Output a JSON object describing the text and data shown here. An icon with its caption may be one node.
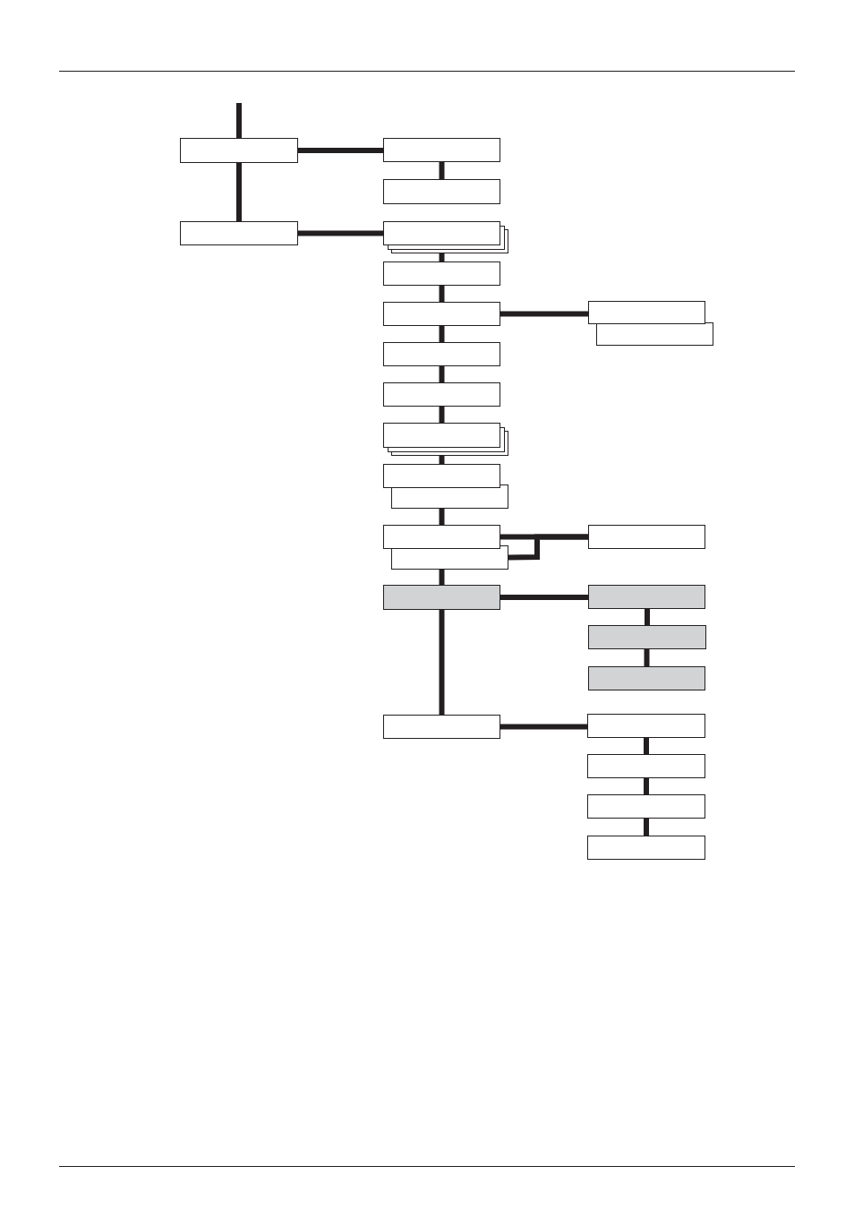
{
  "diagram": {
    "nodes": [
      {
        "text": [],
        "shape": "box"
      },
      {
        "text": [],
        "shape": "box"
      },
      {
        "text": [],
        "shape": "box"
      },
      {
        "text": [],
        "shape": "box"
      },
      {
        "text": [],
        "shape": "stack"
      },
      {
        "text": [],
        "shape": "box"
      },
      {
        "text": [],
        "shape": "box"
      },
      {
        "text": [],
        "shape": "box"
      },
      {
        "text": [],
        "shape": "box"
      },
      {
        "text": [],
        "shape": "box"
      },
      {
        "text": [],
        "shape": "box"
      },
      {
        "text": [],
        "shape": "stack"
      },
      {
        "text": [],
        "shape": "box"
      },
      {
        "text": [],
        "shape": "box"
      },
      {
        "text": [],
        "shape": "box"
      },
      {
        "text": [],
        "shape": "box"
      },
      {
        "text": [],
        "shape": "box"
      },
      {
        "text": [],
        "shape": "box"
      },
      {
        "text": [],
        "shape": "box"
      },
      {
        "text": [],
        "shape": "box"
      },
      {
        "text": [],
        "shape": "box"
      },
      {
        "text": [],
        "shape": "box"
      },
      {
        "text": [],
        "shape": "box"
      },
      {
        "text": [],
        "shape": "box"
      },
      {
        "text": [],
        "shape": "box"
      },
      {
        "text": [],
        "shape": "box"
      }
    ],
    "edges": [
      {
        "from": null,
        "to": 0,
        "arrow": "none"
      },
      {
        "from": 0,
        "to": 1,
        "arrow": "none"
      },
      {
        "from": 0,
        "to": 2,
        "arrow": "none"
      },
      {
        "from": 1,
        "to": 4,
        "arrow": "none"
      },
      {
        "from": 2,
        "to": 3,
        "arrow": "none"
      },
      {
        "from": 4,
        "to": 5,
        "arrow": "none"
      },
      {
        "from": 5,
        "to": 6,
        "arrow": "none"
      },
      {
        "from": 6,
        "to": 7,
        "arrow": "none"
      },
      {
        "from": 6,
        "to": 9,
        "arrow": "none"
      },
      {
        "from": 9,
        "to": 10,
        "arrow": "none"
      },
      {
        "from": 10,
        "to": 11,
        "arrow": "none"
      },
      {
        "from": 11,
        "to": 12,
        "arrow": "none"
      },
      {
        "from": 13,
        "to": 14,
        "arrow": "none"
      },
      {
        "from": 14,
        "to": 16,
        "arrow": "none"
      },
      {
        "from": 15,
        "to": 16,
        "arrow": "none"
      },
      {
        "from": 15,
        "to": 17,
        "arrow": "none"
      },
      {
        "from": 17,
        "to": 18,
        "arrow": "none"
      },
      {
        "from": 17,
        "to": 21,
        "arrow": "none"
      },
      {
        "from": 18,
        "to": 19,
        "arrow": "none"
      },
      {
        "from": 19,
        "to": 20,
        "arrow": "none"
      },
      {
        "from": 21,
        "to": 22,
        "arrow": "none"
      },
      {
        "from": 22,
        "to": 23,
        "arrow": "none"
      },
      {
        "from": 23,
        "to": 24,
        "arrow": "none"
      },
      {
        "from": 24,
        "to": 25,
        "arrow": "none"
      }
    ]
  }
}
